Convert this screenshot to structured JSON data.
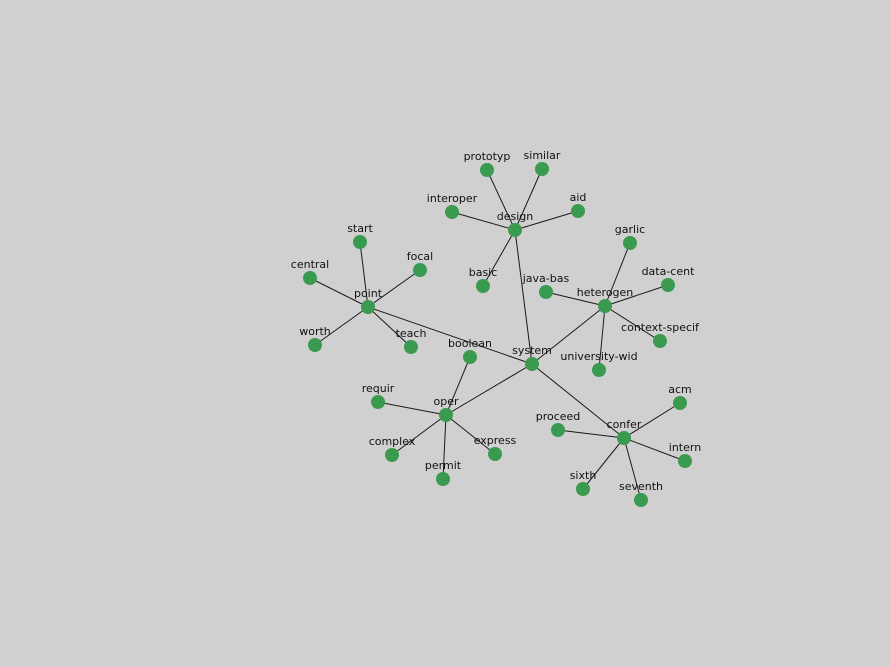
{
  "graph": {
    "node_color": "#3a9a50",
    "edge_color": "#1a1a1a",
    "background": "#d0d0d0",
    "nodes": [
      {
        "id": "system",
        "label": "system"
      },
      {
        "id": "design",
        "label": "design"
      },
      {
        "id": "prototyp",
        "label": "prototyp"
      },
      {
        "id": "similar",
        "label": "similar"
      },
      {
        "id": "interoper",
        "label": "interoper"
      },
      {
        "id": "aid",
        "label": "aid"
      },
      {
        "id": "basic",
        "label": "basic"
      },
      {
        "id": "point",
        "label": "point"
      },
      {
        "id": "start",
        "label": "start"
      },
      {
        "id": "focal",
        "label": "focal"
      },
      {
        "id": "central",
        "label": "central"
      },
      {
        "id": "worth",
        "label": "worth"
      },
      {
        "id": "teach",
        "label": "teach"
      },
      {
        "id": "heterogen",
        "label": "heterogen"
      },
      {
        "id": "garlic",
        "label": "garlic"
      },
      {
        "id": "java-bas",
        "label": "java-bas"
      },
      {
        "id": "data-cent",
        "label": "data-cent"
      },
      {
        "id": "context-specif",
        "label": "context-specif"
      },
      {
        "id": "university-wid",
        "label": "university-wid"
      },
      {
        "id": "oper",
        "label": "oper"
      },
      {
        "id": "boolean",
        "label": "boolean"
      },
      {
        "id": "requir",
        "label": "requir"
      },
      {
        "id": "complex",
        "label": "complex"
      },
      {
        "id": "express",
        "label": "express"
      },
      {
        "id": "permit",
        "label": "permit"
      },
      {
        "id": "confer",
        "label": "confer"
      },
      {
        "id": "acm",
        "label": "acm"
      },
      {
        "id": "proceed",
        "label": "proceed"
      },
      {
        "id": "intern",
        "label": "intern"
      },
      {
        "id": "sixth",
        "label": "sixth"
      },
      {
        "id": "seventh",
        "label": "seventh"
      }
    ],
    "edges": [
      [
        "system",
        "design"
      ],
      [
        "system",
        "point"
      ],
      [
        "system",
        "heterogen"
      ],
      [
        "system",
        "oper"
      ],
      [
        "system",
        "confer"
      ],
      [
        "design",
        "prototyp"
      ],
      [
        "design",
        "similar"
      ],
      [
        "design",
        "interoper"
      ],
      [
        "design",
        "aid"
      ],
      [
        "design",
        "basic"
      ],
      [
        "point",
        "start"
      ],
      [
        "point",
        "focal"
      ],
      [
        "point",
        "central"
      ],
      [
        "point",
        "worth"
      ],
      [
        "point",
        "teach"
      ],
      [
        "heterogen",
        "garlic"
      ],
      [
        "heterogen",
        "java-bas"
      ],
      [
        "heterogen",
        "data-cent"
      ],
      [
        "heterogen",
        "context-specif"
      ],
      [
        "heterogen",
        "university-wid"
      ],
      [
        "oper",
        "boolean"
      ],
      [
        "oper",
        "requir"
      ],
      [
        "oper",
        "complex"
      ],
      [
        "oper",
        "express"
      ],
      [
        "oper",
        "permit"
      ],
      [
        "confer",
        "acm"
      ],
      [
        "confer",
        "proceed"
      ],
      [
        "confer",
        "intern"
      ],
      [
        "confer",
        "sixth"
      ],
      [
        "confer",
        "seventh"
      ]
    ]
  }
}
